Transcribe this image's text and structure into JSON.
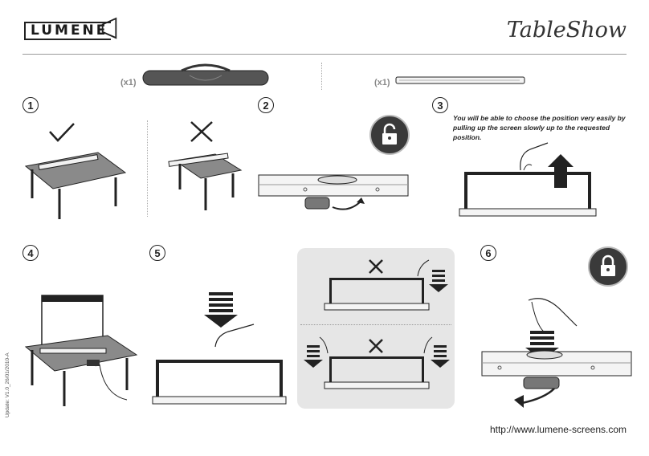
{
  "header": {
    "brand": "LUMENE",
    "product": "TableShow"
  },
  "contents": [
    {
      "qty": "(x1)",
      "item": "carrying-bag"
    },
    {
      "qty": "(x1)",
      "item": "screen-case"
    }
  ],
  "steps": [
    {
      "number": "1",
      "icons": [
        "check-icon",
        "cross-icon"
      ]
    },
    {
      "number": "2",
      "icons": [
        "unlock-icon"
      ]
    },
    {
      "number": "3",
      "note": "You will be able to choose the position very easily by pulling up the screen slowly up to the requested position."
    },
    {
      "number": "4"
    },
    {
      "number": "5"
    },
    {
      "number": "6",
      "icons": [
        "lock-icon"
      ]
    }
  ],
  "footer": {
    "url": "http://www.lumene-screens.com",
    "update": "Update: V1.0_26/01/2010-A"
  },
  "colors": {
    "ink": "#1a1a1a",
    "panel": "#e6e6e6",
    "badge": "#3a3a3a"
  }
}
